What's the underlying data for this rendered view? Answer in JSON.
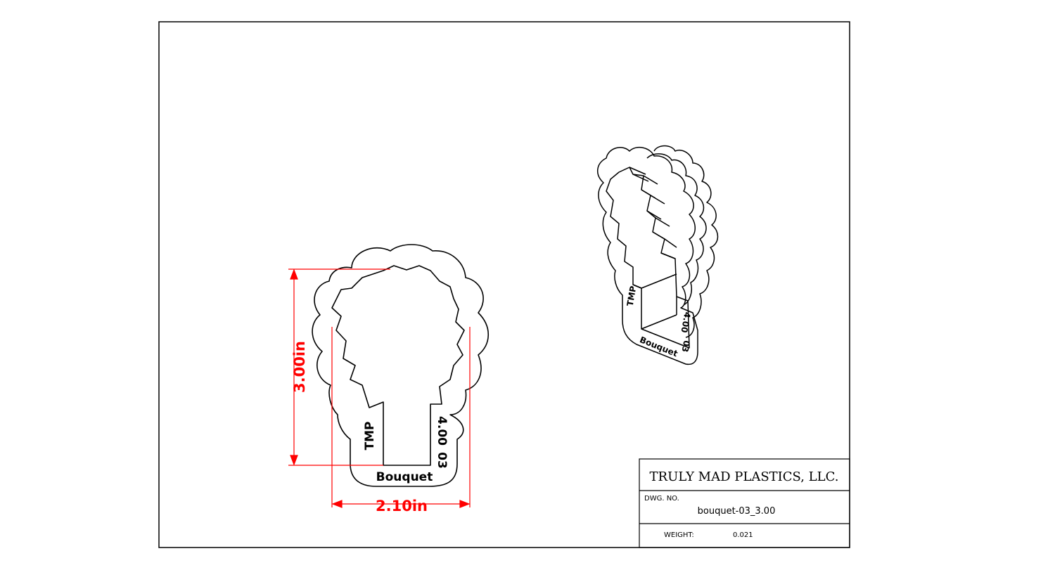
{
  "drawing": {
    "part_labels": {
      "maker": "TMP",
      "size": "4.00",
      "number": "03",
      "name": "Bouquet"
    },
    "dimensions": {
      "height_label": "3.00in",
      "width_label": "2.10in",
      "dimension_color": "#ff0000"
    }
  },
  "title_block": {
    "company": "TRULY MAD PLASTICS, LLC.",
    "dwg_no_label": "DWG.  NO.",
    "dwg_no_value": "bouquet-03_3.00",
    "weight_label": "WEIGHT:",
    "weight_value": "0.021"
  }
}
